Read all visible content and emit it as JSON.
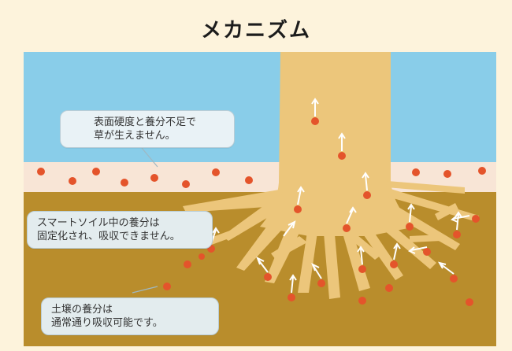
{
  "title": "メカニズム",
  "callouts": {
    "surface": {
      "line1": "表面硬度と養分不足で",
      "line2": "草が生えません。"
    },
    "smart_soil": {
      "line1": "スマートソイル中の養分は",
      "line2": "固定化され、吸収できません。"
    },
    "soil": {
      "line1": "土壌の養分は",
      "line2": "通常通り吸収可能です。"
    }
  },
  "colors": {
    "background": "#fdf3dc",
    "surface_layer": "#89cde9",
    "smart_soil_layer": "#f8e5d6",
    "soil_layer": "#b98d2c",
    "root": "#ecc67b",
    "nutrient": "#e4542b",
    "arrow": "#ffffff"
  }
}
